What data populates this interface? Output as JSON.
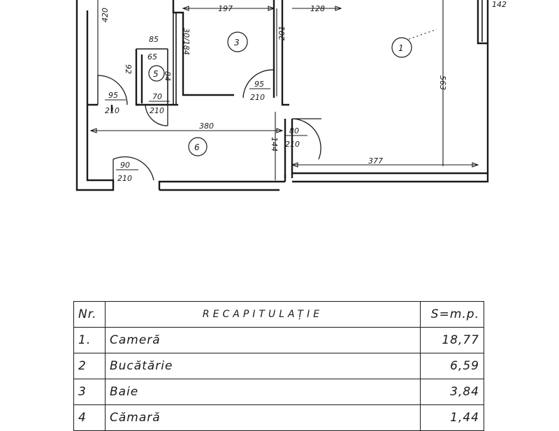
{
  "plan": {
    "rooms": [
      {
        "id": "room-1",
        "number": "1"
      },
      {
        "id": "room-3",
        "number": "3"
      },
      {
        "id": "room-5",
        "number": "5"
      },
      {
        "id": "room-6",
        "number": "6"
      }
    ],
    "dimensions": {
      "d420": "420",
      "d197": "197",
      "d128": "128",
      "d142": "142",
      "d85": "85",
      "d30_184": "30/184",
      "d65": "65",
      "d84": "84",
      "d92": "92",
      "d201": "201",
      "d563": "563",
      "d380": "380",
      "d144": "144",
      "d377": "377"
    },
    "doors": [
      {
        "id": "door-95-left",
        "width": "95",
        "height": "210"
      },
      {
        "id": "door-70",
        "width": "70",
        "height": "210"
      },
      {
        "id": "door-95-bath",
        "width": "95",
        "height": "210"
      },
      {
        "id": "door-80",
        "width": "80",
        "height": "210"
      },
      {
        "id": "door-90",
        "width": "90",
        "height": "210"
      }
    ]
  },
  "summary": {
    "header": {
      "nr": "Nr.",
      "title": "RECAPITULAȚIE",
      "area": "S=m.p."
    },
    "rows": [
      {
        "nr": "1.",
        "name": "Cameră",
        "area": "18,77"
      },
      {
        "nr": "2",
        "name": "Bucătărie",
        "area": "6,59"
      },
      {
        "nr": "3",
        "name": "Baie",
        "area": "3,84"
      },
      {
        "nr": "4",
        "name": "Cămară",
        "area": "1,44"
      }
    ]
  }
}
